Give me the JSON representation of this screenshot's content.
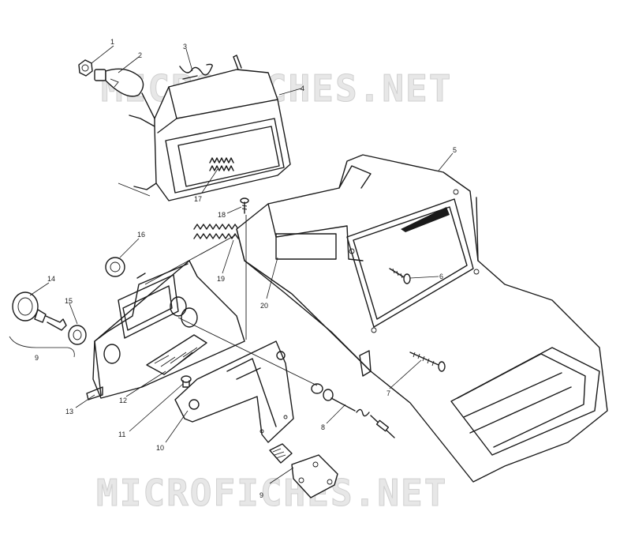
{
  "watermark": {
    "top": "MICROFICHES.NET",
    "bottom": "MICROFICHES.NET"
  },
  "callouts": {
    "c1": "1",
    "c2": "2",
    "c3": "3",
    "c4": "4",
    "c5": "5",
    "c6": "6",
    "c7": "7",
    "c8": "8",
    "c9a": "9",
    "c9b": "9",
    "c10": "10",
    "c11": "11",
    "c12": "12",
    "c13": "13",
    "c14": "14",
    "c15": "15",
    "c16": "16",
    "c17": "17",
    "c18": "18",
    "c19": "19",
    "c20": "20"
  }
}
